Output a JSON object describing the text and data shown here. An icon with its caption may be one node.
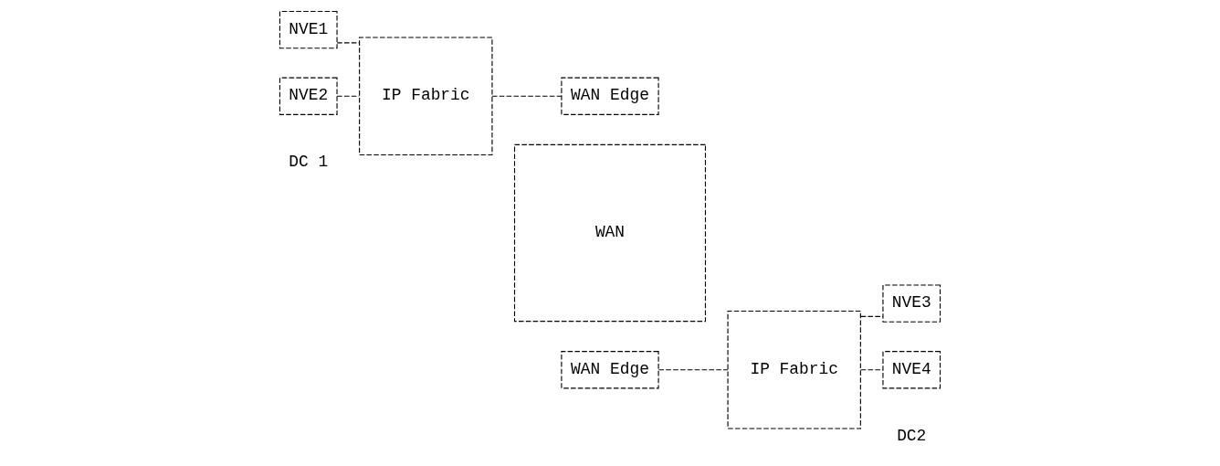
{
  "diagram": {
    "nodes": [
      {
        "text": [
          "NVE1"
        ]
      },
      {
        "text": [
          "NVE2"
        ]
      },
      {
        "text": [
          "IP Fabric"
        ]
      },
      {
        "text": [
          "WAN"
        ]
      },
      {
        "text": [
          "WAN Edge"
        ]
      },
      {
        "text": [
          "WAN Edge"
        ]
      },
      {
        "text": [
          "IP Fabric"
        ]
      },
      {
        "text": [
          "NVE3"
        ]
      },
      {
        "text": [
          "NVE4"
        ]
      }
    ],
    "edges": [
      {
        "from": 0,
        "to": 2,
        "arrow": "none"
      },
      {
        "from": 1,
        "to": 2,
        "arrow": "none"
      },
      {
        "from": 2,
        "to": 4,
        "arrow": "none"
      },
      {
        "from": 5,
        "to": 6,
        "arrow": "none"
      },
      {
        "from": 6,
        "to": 7,
        "arrow": "none"
      },
      {
        "from": 6,
        "to": 8,
        "arrow": "none"
      }
    ],
    "labels": [
      "DC 1",
      "DC2"
    ]
  }
}
